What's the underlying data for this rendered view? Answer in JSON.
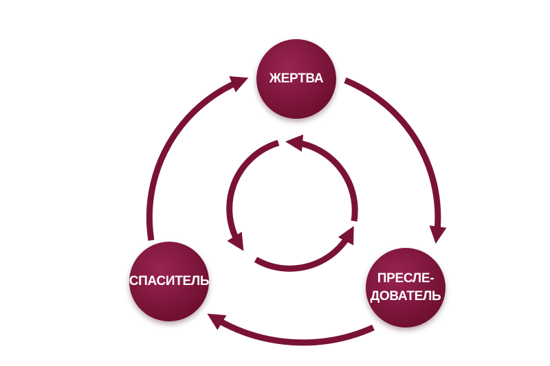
{
  "colors": {
    "accent": "#7a1238",
    "node_fill": "#7a1238",
    "node_fill_light": "#9a2450",
    "text": "#ffffff",
    "background": "#ffffff"
  },
  "nodes": {
    "victim": {
      "label": "ЖЕРТВА"
    },
    "rescuer": {
      "label": "СПАСИТЕЛЬ"
    },
    "persecutor": {
      "label_line1": "ПРЕСЛЕ-",
      "label_line2": "ДОВАТЕЛЬ"
    }
  },
  "cycle": {
    "outer_direction": "clockwise",
    "inner_direction": "counterclockwise"
  }
}
